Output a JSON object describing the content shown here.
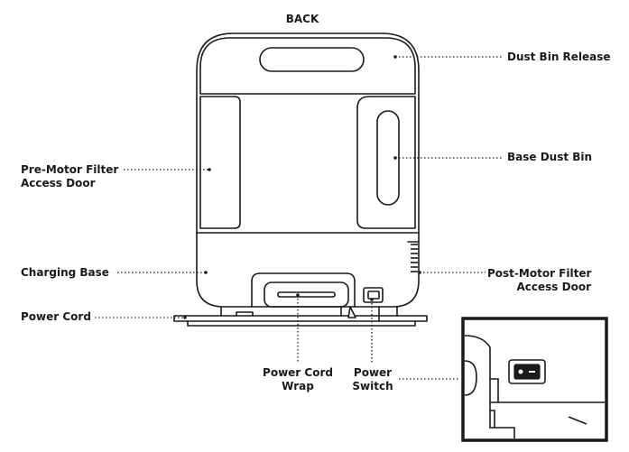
{
  "view_title": "BACK",
  "callouts": {
    "dust_bin_release": "Dust Bin Release",
    "base_dust_bin": "Base Dust Bin",
    "pre_motor_filter": [
      "Pre-Motor Filter",
      "Access Door"
    ],
    "charging_base": "Charging Base",
    "post_motor_filter": [
      "Post-Motor Filter",
      "Access Door"
    ],
    "power_cord": "Power Cord",
    "power_cord_wrap": [
      "Power Cord",
      "Wrap"
    ],
    "power_switch": [
      "Power",
      "Switch"
    ]
  },
  "colors": {
    "line": "#1a1a1a",
    "fill": "#ffffff"
  }
}
